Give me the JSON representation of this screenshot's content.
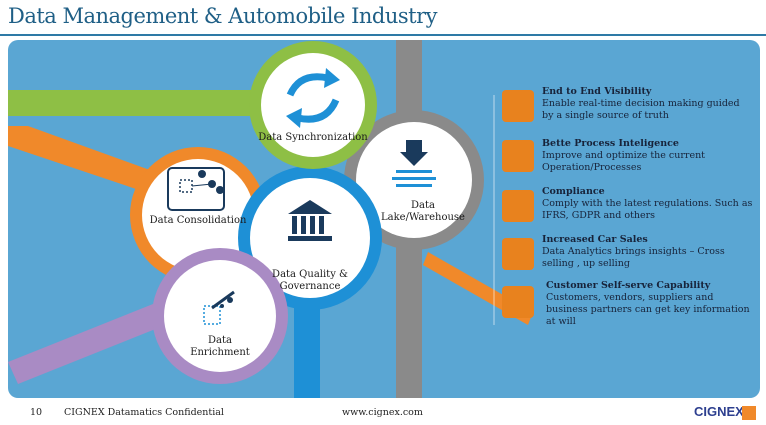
{
  "title": "Data Management & Automobile Industry",
  "nodes": {
    "synchronization": "Data Synchronization",
    "lake": "Data Lake/Warehouse",
    "consolidation": "Data Consolidation",
    "quality": "Data Quality & Governance",
    "enrichment": "Data Enrichment"
  },
  "benefits": [
    {
      "heading": "End to End Visibility",
      "text": "Enable real-time decision making guided by a single source of truth",
      "icon": "visibility-icon"
    },
    {
      "heading": "Bette Process Inteligence",
      "text": "Improve and optimize the current Operation/Processes",
      "icon": "process-robot-icon"
    },
    {
      "heading": "Compliance",
      "text": "Comply with the latest regulations. Such as IFRS, GDPR and others",
      "icon": "compliance-icon"
    },
    {
      "heading": "Increased Car Sales",
      "text": "Data Analytics brings insights – Cross selling , up selling",
      "icon": "sales-growth-icon"
    },
    {
      "heading": "Customer Self-serve Capability",
      "text": "Customers, vendors, suppliers and business partners can get key information at will",
      "icon": "customer-service-icon"
    }
  ],
  "footer": {
    "page_number": "10",
    "confidential": "CIGNEX Datamatics Confidential",
    "url": "www.cignex.com",
    "logo_text": "CIGNEX"
  },
  "colors": {
    "title": "#1f5f86",
    "background": "#5aa6d3",
    "green": "#8ebf45",
    "gray": "#8a8a8a",
    "orange": "#f0892a",
    "blue": "#1e90d6",
    "purple": "#a98bc4",
    "icon_orange": "#e8821e"
  }
}
